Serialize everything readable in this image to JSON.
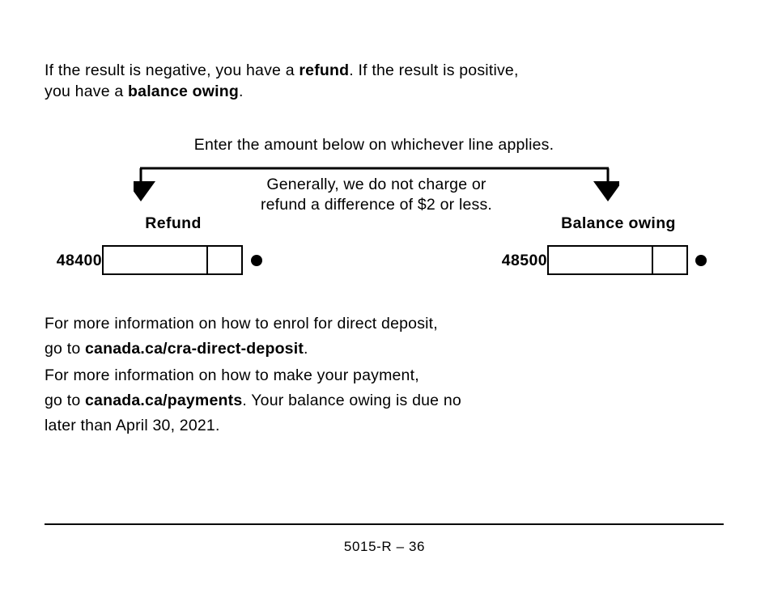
{
  "document": {
    "form_code": "5015-R",
    "page_label": "5015-R – 36"
  },
  "intro": {
    "line1_a": "If the result is negative, you have a ",
    "line1_bold": "refund",
    "line1_b": ". If the result is positive,",
    "line2_a": "you have a ",
    "line2_bold": "balance owing",
    "line2_b": "."
  },
  "instruction": {
    "enter_amount": "Enter the amount below on whichever line applies."
  },
  "note": {
    "line1": "Generally, we do not charge or",
    "line2": "refund a difference of $2 or less."
  },
  "refund_line": {
    "label": "Refund",
    "line_number": "48400",
    "dollars_value": "",
    "cents_value": ""
  },
  "balance_owing_line": {
    "label": "Balance owing",
    "line_number": "48500",
    "dollars_value": "",
    "cents_value": ""
  },
  "direct_deposit_info": {
    "line1": "For more information on how to enrol for direct deposit,",
    "line2_a": "go to ",
    "line2_bold": "canada.ca/cra-direct-deposit",
    "line2_b": "."
  },
  "payment_info": {
    "line1": "For more information on how to make your payment,",
    "line2_a": "go to ",
    "line2_bold": "canada.ca/payments",
    "line2_b": ". Your balance owing is due no",
    "line3": "later than April 30, 2021."
  },
  "colors": {
    "ink": "#000000",
    "paper": "#ffffff"
  }
}
